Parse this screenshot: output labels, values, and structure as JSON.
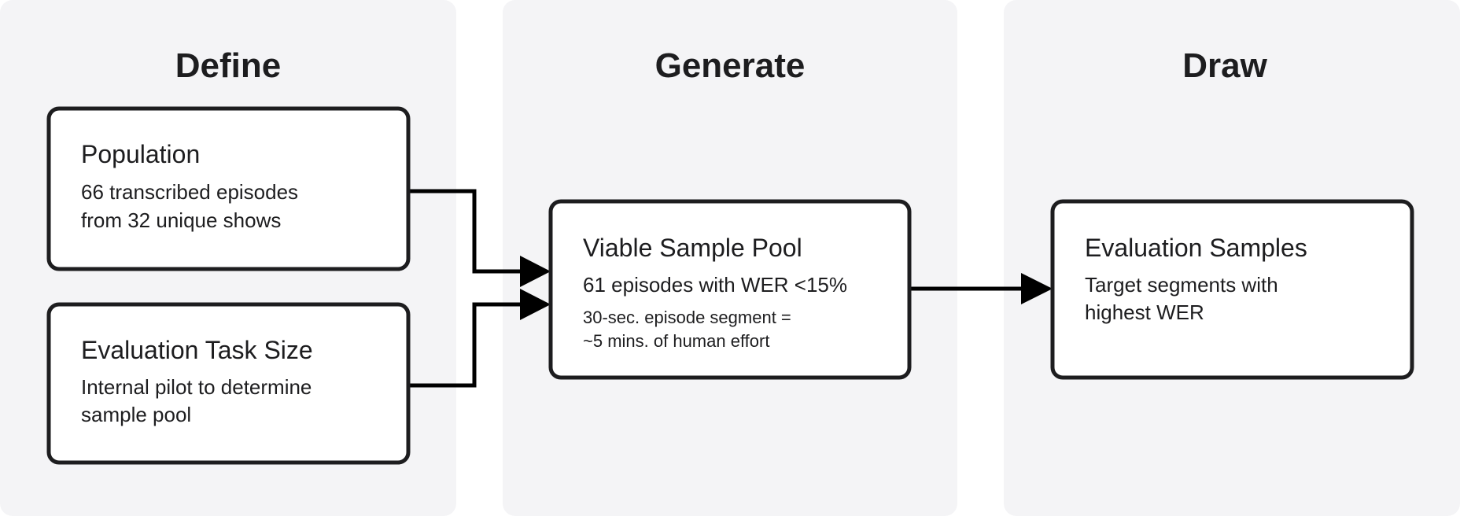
{
  "columns": [
    {
      "title": "Define"
    },
    {
      "title": "Generate"
    },
    {
      "title": "Draw"
    }
  ],
  "boxes": {
    "population": {
      "title": "Population",
      "lines": [
        "66 transcribed episodes",
        "from 32 unique shows"
      ]
    },
    "task_size": {
      "title": "Evaluation Task Size",
      "lines": [
        "Internal pilot to determine",
        "sample pool"
      ]
    },
    "viable_pool": {
      "title": "Viable Sample Pool",
      "lines": [
        "61 episodes with WER <15%"
      ],
      "notes": [
        "30-sec. episode segment =",
        "~5 mins. of human effort"
      ]
    },
    "eval_samples": {
      "title": "Evaluation Samples",
      "lines": [
        "Target segments with",
        "highest WER"
      ]
    }
  },
  "colors": {
    "panel": "#f4f4f6",
    "stroke": "#1d1d1f",
    "arrow": "#000000"
  }
}
